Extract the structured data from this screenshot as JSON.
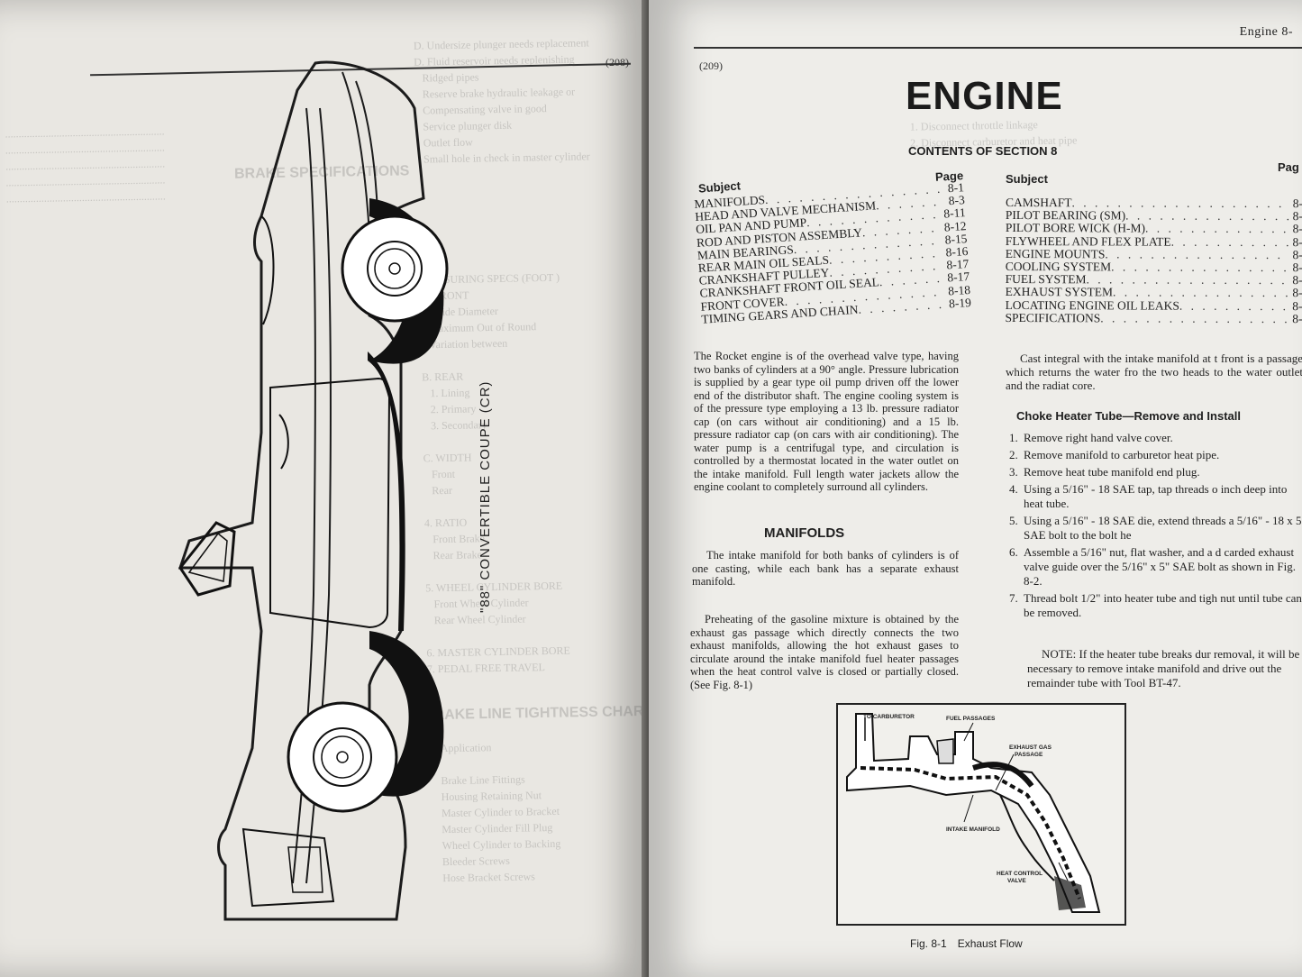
{
  "left_page": {
    "page_number": "(208)",
    "car_label": "\"88\" CONVERTIBLE COUPE (CR)"
  },
  "right_page": {
    "page_number": "(209)",
    "running_header": "Engine  8-",
    "title": "ENGINE",
    "contents_title": "CONTENTS OF SECTION 8",
    "toc_subject_heading": "Subject",
    "toc_page_heading": "Page",
    "toc_page_heading_right": "Pag",
    "toc_left": [
      {
        "subject": "MANIFOLDS",
        "page": "8-1"
      },
      {
        "subject": "HEAD AND VALVE MECHANISM",
        "page": "8-3"
      },
      {
        "subject": "OIL PAN AND PUMP",
        "page": "8-11"
      },
      {
        "subject": "ROD AND PISTON ASSEMBLY",
        "page": "8-12"
      },
      {
        "subject": "MAIN BEARINGS",
        "page": "8-15"
      },
      {
        "subject": "REAR MAIN OIL SEALS",
        "page": "8-16"
      },
      {
        "subject": "CRANKSHAFT PULLEY",
        "page": "8-17"
      },
      {
        "subject": "CRANKSHAFT FRONT OIL SEAL",
        "page": "8-17"
      },
      {
        "subject": "FRONT COVER",
        "page": "8-18"
      },
      {
        "subject": "TIMING GEARS AND CHAIN",
        "page": "8-19"
      }
    ],
    "toc_right": [
      {
        "subject": "CAMSHAFT",
        "page": "8-"
      },
      {
        "subject": "PILOT BEARING (SM)",
        "page": "8-"
      },
      {
        "subject": "PILOT BORE WICK (H-M)",
        "page": "8-"
      },
      {
        "subject": "FLYWHEEL AND FLEX PLATE",
        "page": "8-"
      },
      {
        "subject": "ENGINE MOUNTS",
        "page": "8-"
      },
      {
        "subject": "COOLING SYSTEM",
        "page": "8-"
      },
      {
        "subject": "FUEL SYSTEM",
        "page": "8-"
      },
      {
        "subject": "EXHAUST SYSTEM",
        "page": "8-"
      },
      {
        "subject": "LOCATING ENGINE OIL LEAKS",
        "page": "8-"
      },
      {
        "subject": "SPECIFICATIONS",
        "page": "8-"
      }
    ],
    "intro_paragraph": "The Rocket engine is of the overhead valve type, having two banks of cylinders at a 90° angle. Pressure lubrication is supplied by a gear type oil pump driven off the lower end of the distributor shaft. The engine cooling system is of the pressure type employing a 13 lb. pressure radiator cap (on cars without air conditioning) and a 15 lb. pressure radiator cap (on cars with air conditioning). The water pump is a centrifugal type, and circulation is controlled by a thermostat located in the water outlet on the intake manifold. Full length water jackets allow the engine coolant to completely surround all cylinders.",
    "manifolds_heading": "MANIFOLDS",
    "manifolds_p1": "The intake manifold for both banks of cylinders is of one casting, while each bank has a separate exhaust manifold.",
    "manifolds_p2": "Preheating of the gasoline mixture is obtained by the exhaust gas passage which directly connects the two exhaust manifolds, allowing the hot exhaust gases to circulate around the intake manifold fuel heater passages when the heat control valve is closed or partially closed.  (See Fig. 8-1)",
    "cast_paragraph": "Cast integral with the intake manifold at t front is a passage which returns the water fro the two heads to the water outlet and the radiat core.",
    "choke_heading": "Choke Heater Tube—Remove and Install",
    "steps": [
      {
        "n": "1.",
        "text": "Remove right hand valve cover."
      },
      {
        "n": "2.",
        "text": "Remove manifold to carburetor heat pipe."
      },
      {
        "n": "3.",
        "text": "Remove heat tube manifold end plug."
      },
      {
        "n": "4.",
        "text": "Using a 5/16\" - 18 SAE tap, tap threads o inch deep into heat tube."
      },
      {
        "n": "5.",
        "text": "Using a 5/16\" - 18 SAE die, extend threads a 5/16\" - 18 x 5\" SAE bolt to the bolt he"
      },
      {
        "n": "6.",
        "text": "Assemble a 5/16\" nut, flat washer, and a d carded exhaust valve guide over the 5/16\" x 5\" SAE bolt as shown in Fig. 8-2."
      },
      {
        "n": "7.",
        "text": "Thread bolt 1/2\" into heater tube and tigh nut until tube can be removed."
      }
    ],
    "note": "NOTE:  If the heater tube breaks dur removal, it will be necessary to remove intake manifold and drive out the remainder tube with Tool BT-47.",
    "figure": {
      "labels": {
        "carburetor": "TO CARBURETOR",
        "fuel_passages": "FUEL PASSAGES",
        "exhaust_gas": "EXHAUST GAS",
        "passage": "PASSAGE",
        "intake_manifold": "INTAKE MANIFOLD",
        "heat_control": "HEAT CONTROL",
        "valve": "VALVE"
      },
      "caption_number": "Fig. 8-1",
      "caption_text": "Exhaust Flow"
    }
  },
  "colors": {
    "paper_left": "#e9e7e2",
    "paper_right": "#eeede9",
    "ink": "#1f1f1f",
    "background": "#6b6a66"
  }
}
